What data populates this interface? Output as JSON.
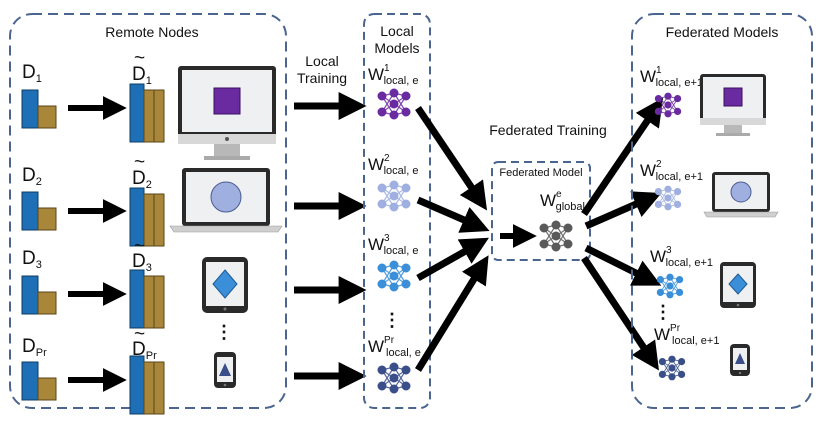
{
  "sections": {
    "remote_nodes": "Remote Nodes",
    "local_training": [
      "Local",
      "Training"
    ],
    "local_models": [
      "Local",
      "Models"
    ],
    "federated_training": "Federated Training",
    "federated_model": "Federated Model",
    "federated_models": "Federated Models"
  },
  "datasets": [
    {
      "base": "D",
      "sub": "1",
      "tilde_base": "D",
      "tilde_sub": "1"
    },
    {
      "base": "D",
      "sub": "2",
      "tilde_base": "D",
      "tilde_sub": "2"
    },
    {
      "base": "D",
      "sub": "3",
      "tilde_base": "D",
      "tilde_sub": "3"
    },
    {
      "base": "D",
      "sub": "Pr",
      "tilde_base": "D",
      "tilde_sub": "Pr"
    }
  ],
  "tilde": "~",
  "ellipsis": "⋮",
  "local_models": [
    {
      "base": "W",
      "sup": "1",
      "sub": "local, e"
    },
    {
      "base": "W",
      "sup": "2",
      "sub": "local, e"
    },
    {
      "base": "W",
      "sup": "3",
      "sub": "local, e"
    },
    {
      "base": "W",
      "sup": "Pr",
      "sub": "local, e"
    }
  ],
  "global_model": {
    "base": "W",
    "sup": "e",
    "sub": "global"
  },
  "federated_outputs": [
    {
      "base": "W",
      "sup": "1",
      "sub": "local, e+1"
    },
    {
      "base": "W",
      "sup": "2",
      "sub": "local, e+1"
    },
    {
      "base": "W",
      "sup": "3",
      "sub": "local, e+1"
    },
    {
      "base": "W",
      "sup": "Pr",
      "sub": "local, e+1"
    }
  ],
  "colors": {
    "border": "#4a6590",
    "data_blue": "#1e6fb5",
    "data_gold": "#a9873a",
    "purple": "#6a2aa0",
    "light_blue": "#9fb0e0",
    "mid_blue": "#3a8fd8",
    "dark_blue": "#3a4f8a",
    "gray": "#5a5a5a"
  },
  "icons": [
    "desktop-monitor-icon",
    "laptop-icon",
    "tablet-icon",
    "smartphone-icon",
    "neural-network-icon",
    "data-stack-icon"
  ]
}
